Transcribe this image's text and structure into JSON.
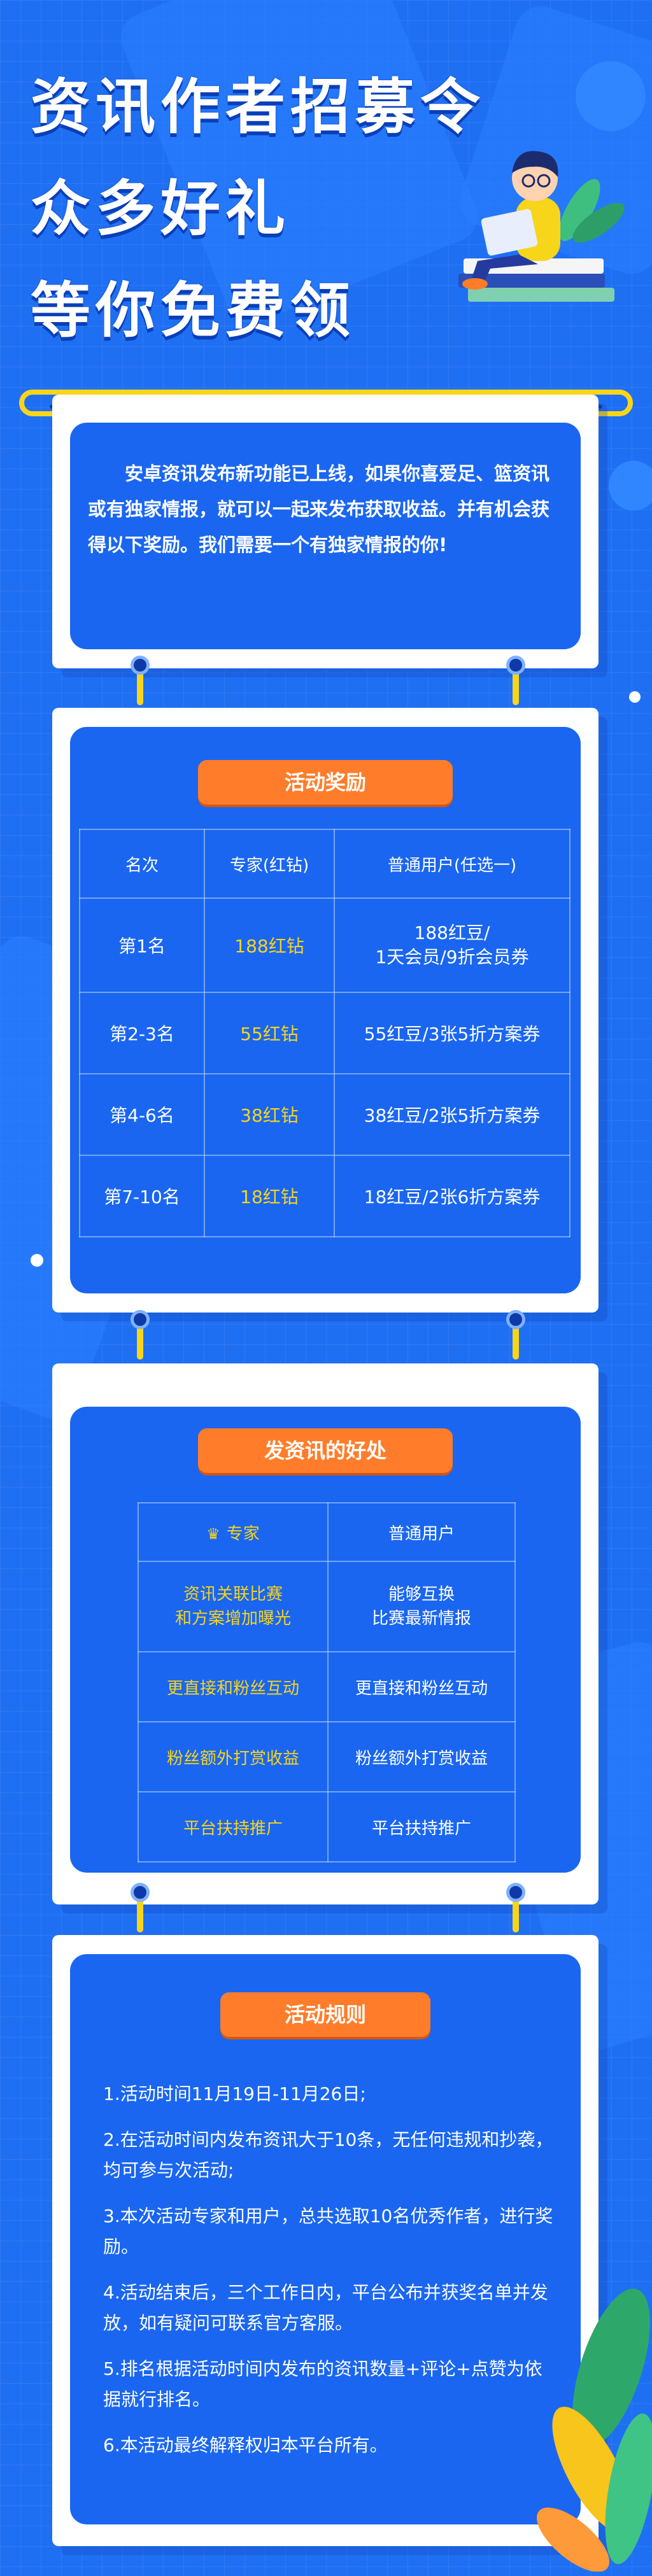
{
  "header": {
    "line1": "资讯作者招募令",
    "line2": "众多好礼",
    "line3": "等你免费领"
  },
  "intro": {
    "text": "安卓资讯发布新功能已上线，如果你喜爱足、篮资讯或有独家情报，就可以一起来发布获取收益。并有机会获得以下奖励。我们需要一个有独家情报的你!"
  },
  "rewards": {
    "title": "活动奖励",
    "headers": [
      "名次",
      "专家(红钻)",
      "普通用户(任选一)"
    ],
    "rows": [
      {
        "rank": "第1名",
        "expert": "188红钻",
        "user": "188红豆/\n1天会员/9折会员券"
      },
      {
        "rank": "第2-3名",
        "expert": "55红钻",
        "user": "55红豆/3张5折方案券"
      },
      {
        "rank": "第4-6名",
        "expert": "38红钻",
        "user": "38红豆/2张5折方案券"
      },
      {
        "rank": "第7-10名",
        "expert": "18红钻",
        "user": "18红豆/2张6折方案券"
      }
    ]
  },
  "benefits": {
    "title": "发资讯的好处",
    "headers": [
      "专家",
      "普通用户"
    ],
    "rows": [
      {
        "expert": "资讯关联比赛\n和方案增加曝光",
        "user": "能够互换\n比赛最新情报"
      },
      {
        "expert": "更直接和粉丝互动",
        "user": "更直接和粉丝互动"
      },
      {
        "expert": "粉丝额外打赏收益",
        "user": "粉丝额外打赏收益"
      },
      {
        "expert": "平台扶持推广",
        "user": "平台扶持推广"
      }
    ]
  },
  "rules": {
    "title": "活动规则",
    "items": [
      "1.活动时间11月19日-11月26日;",
      "2.在活动时间内发布资讯大于10条，无任何违规和抄袭，均可参与次活动;",
      "3.本次活动专家和用户，总共选取10名优秀作者，进行奖励。",
      "4.活动结束后，三个工作日内，平台公布并获奖名单并发放，如有疑问可联系官方客服。",
      "5.排名根据活动时间内发布的资讯数量+评论+点赞为依据就行排名。",
      "6.本活动最终解释权归本平台所有。"
    ]
  },
  "colors": {
    "background": "#1f6ff3",
    "panel": "#1a66f0",
    "accent_orange": "#ff7d2a",
    "accent_yellow": "#f7d51b"
  },
  "icons": {
    "expert": "user-badge-icon"
  }
}
